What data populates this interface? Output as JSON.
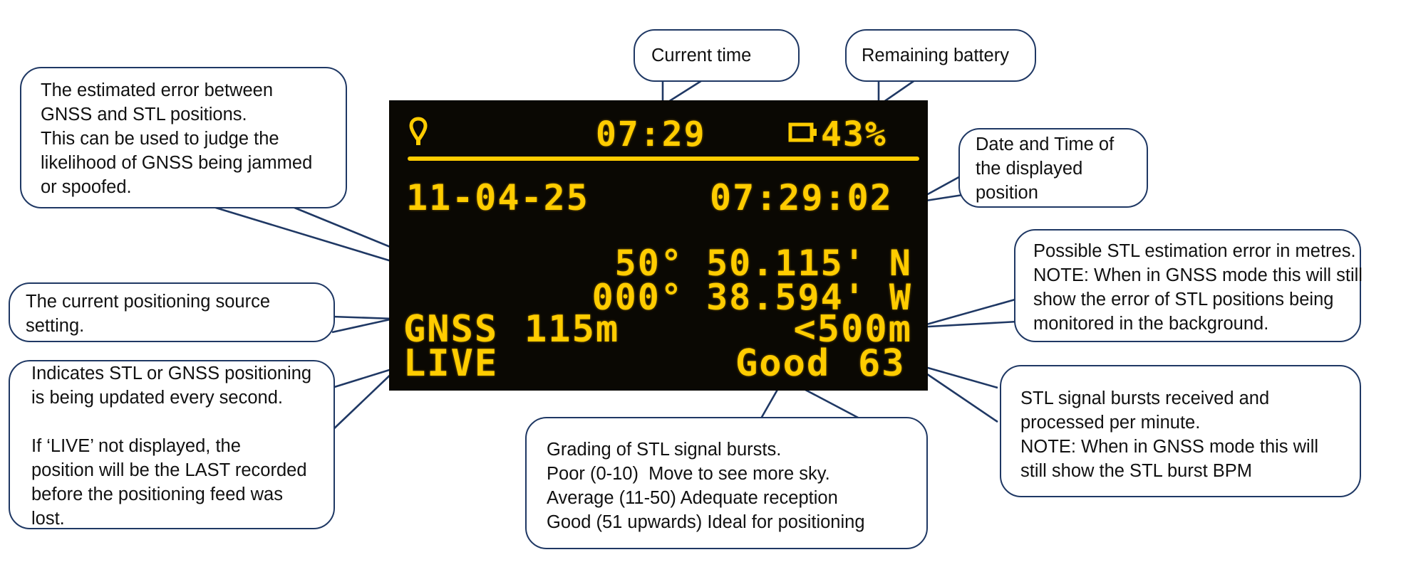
{
  "device": {
    "clock": "07:29",
    "battery": "43%",
    "date": "11-04-25",
    "fix_time": "07:29:02",
    "latitude": "50° 50.115' N",
    "longitude": "000° 38.594' W",
    "source": "GNSS",
    "gnss_stl_error": "115m",
    "stl_error": "<500m",
    "status": "LIVE",
    "grade": "Good",
    "bursts_per_minute": "63",
    "icons": {
      "location": "map-pin-icon",
      "battery": "battery-icon"
    },
    "colors": {
      "screen_background": "#0a0803",
      "display_text": "#ffcc00"
    }
  },
  "callouts": {
    "current_time": {
      "lines": [
        "Current time"
      ]
    },
    "remaining_battery": {
      "lines": [
        "Remaining battery"
      ]
    },
    "estimated_error": {
      "lines": [
        "The estimated error between",
        "GNSS and STL positions.",
        "This can be used to judge the",
        "likelihood of GNSS being jammed",
        "or spoofed."
      ]
    },
    "date_time": {
      "lines": [
        "Date and Time of",
        "the displayed",
        "position"
      ]
    },
    "stl_error": {
      "lines": [
        "Possible STL estimation error in metres.",
        "NOTE: When in GNSS mode this will still",
        "show the error of STL positions being",
        "monitored in the background."
      ]
    },
    "positioning_source": {
      "lines": [
        "The current positioning source",
        "setting."
      ]
    },
    "live": {
      "lines": [
        "Indicates STL or GNSS positioning",
        "is being updated every second."
      ],
      "lines_2": [
        "If ‘LIVE’ not displayed, the",
        "position will be the LAST recorded",
        "before the positioning feed was",
        "lost."
      ]
    },
    "grading": {
      "lines": [
        "Grading of STL signal bursts.",
        "Poor (0-10)  Move to see more sky.",
        "Average (11-50) Adequate reception",
        "Good (51 upwards) Ideal for positioning"
      ]
    },
    "bursts": {
      "lines": [
        "STL signal bursts received and",
        "processed per minute.",
        "NOTE: When in GNSS mode this will",
        "still show the STL burst BPM"
      ]
    }
  },
  "colors": {
    "callout_border": "#1f3864",
    "callout_text": "#111111",
    "page_background": "#ffffff"
  }
}
